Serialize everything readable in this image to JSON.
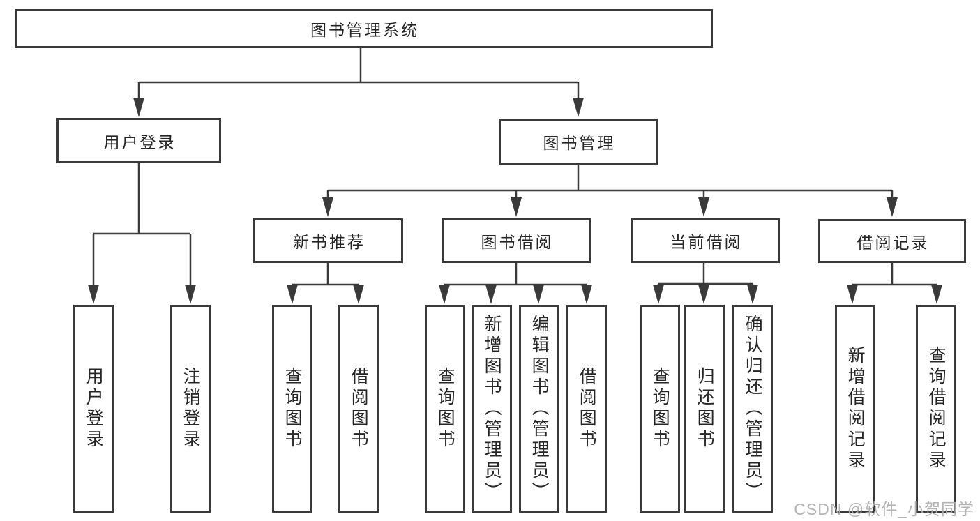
{
  "colors": {
    "line": "#3a3a3a",
    "box_border": "#3a3a3a",
    "text": "#262626",
    "watermark": "#acacac",
    "background": "#ffffff"
  },
  "diagram": {
    "root": {
      "label": "图书管理系统"
    },
    "branches": [
      {
        "label": "用户登录",
        "children": [
          {
            "label": "用户登录"
          },
          {
            "label": "注销登录"
          }
        ]
      },
      {
        "label": "图书管理",
        "children": [
          {
            "label": "新书推荐",
            "children": [
              {
                "label": "查询图书"
              },
              {
                "label": "借阅图书"
              }
            ]
          },
          {
            "label": "图书借阅",
            "children": [
              {
                "label": "查询图书"
              },
              {
                "label": "新增图书（管理员）"
              },
              {
                "label": "编辑图书（管理员）"
              },
              {
                "label": "借阅图书"
              }
            ]
          },
          {
            "label": "当前借阅",
            "children": [
              {
                "label": "查询图书"
              },
              {
                "label": "归还图书"
              },
              {
                "label": "确认归还（管理员）"
              }
            ]
          },
          {
            "label": "借阅记录",
            "children": [
              {
                "label": "新增借阅记录"
              },
              {
                "label": "查询借阅记录"
              }
            ]
          }
        ]
      }
    ]
  },
  "watermark": {
    "text": "CSDN @软件_小贺同学"
  }
}
